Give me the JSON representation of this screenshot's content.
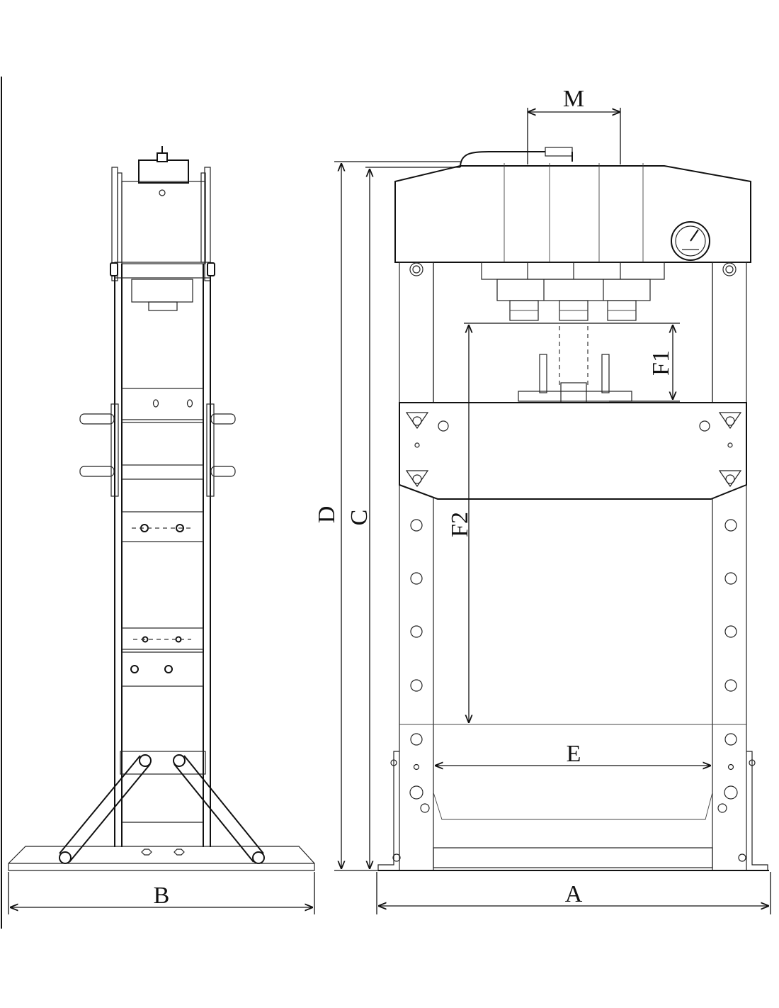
{
  "labels": {
    "A": "A",
    "B": "B",
    "C": "C",
    "D": "D",
    "E": "E",
    "F1": "F1",
    "F2": "F2",
    "M": "M"
  }
}
